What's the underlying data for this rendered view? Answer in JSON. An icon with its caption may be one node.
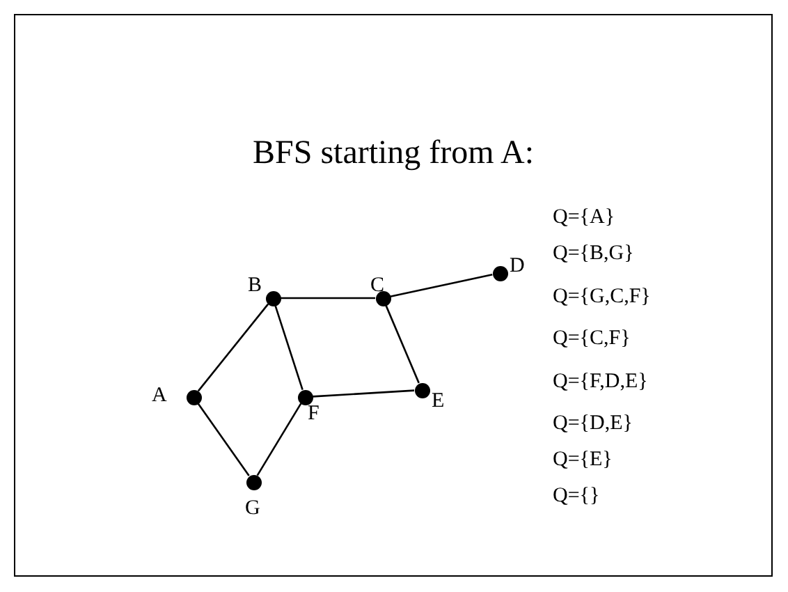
{
  "diagram": {
    "title": "BFS starting from A:",
    "nodes": [
      {
        "text": [],
        "shape": "circle",
        "beside": [
          "A"
        ]
      },
      {
        "text": [],
        "shape": "circle",
        "beside": [
          "B"
        ]
      },
      {
        "text": [],
        "shape": "circle",
        "beside": [
          "C"
        ]
      },
      {
        "text": [],
        "shape": "circle",
        "beside": [
          "D"
        ]
      },
      {
        "text": [],
        "shape": "circle",
        "beside": [
          "E"
        ]
      },
      {
        "text": [],
        "shape": "circle",
        "beside": [
          "F"
        ]
      },
      {
        "text": [],
        "shape": "circle",
        "beside": [
          "G"
        ]
      }
    ],
    "edges": [
      {
        "from": 0,
        "to": 1,
        "arrow": "none"
      },
      {
        "from": 0,
        "to": 6,
        "arrow": "none"
      },
      {
        "from": 1,
        "to": 2,
        "arrow": "none"
      },
      {
        "from": 1,
        "to": 5,
        "arrow": "none"
      },
      {
        "from": 2,
        "to": 3,
        "arrow": "none"
      },
      {
        "from": 2,
        "to": 4,
        "arrow": "none"
      },
      {
        "from": 5,
        "to": 4,
        "arrow": "none"
      },
      {
        "from": 5,
        "to": 6,
        "arrow": "none"
      }
    ],
    "labels": [
      "Q={A}",
      "Q={B,G}",
      "Q={G,C,F}",
      "Q={C,F}",
      "Q={F,D,E}",
      "Q={D,E}",
      "Q={E}",
      "Q={}"
    ]
  }
}
